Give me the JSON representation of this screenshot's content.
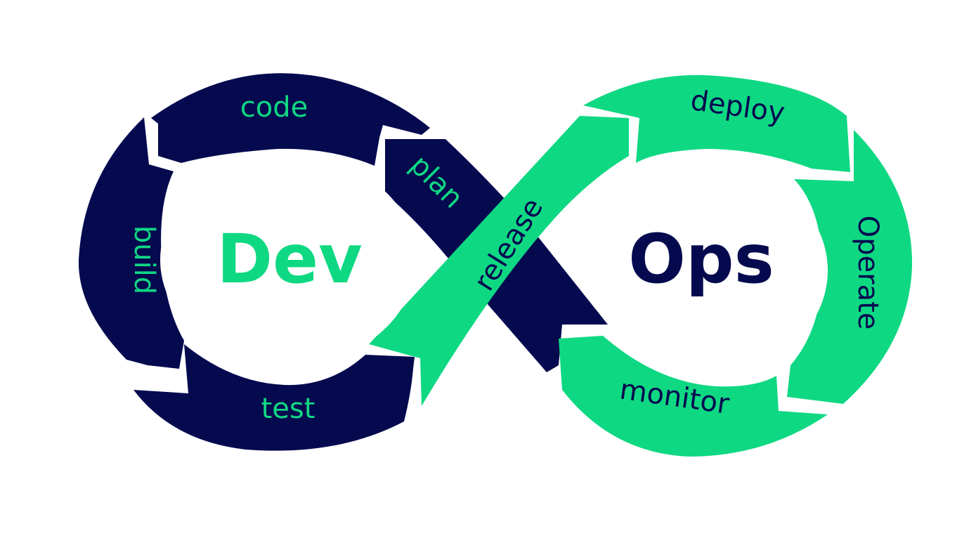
{
  "colors": {
    "dev": "#050a4f",
    "ops": "#0fd883",
    "background": "#ffffff"
  },
  "center": {
    "dev": "Dev",
    "ops": "Ops"
  },
  "stages": {
    "code": "code",
    "plan": "plan",
    "build": "build",
    "test": "test",
    "release": "release",
    "deploy": "deploy",
    "operate": "Operate",
    "monitor": "monitor"
  }
}
